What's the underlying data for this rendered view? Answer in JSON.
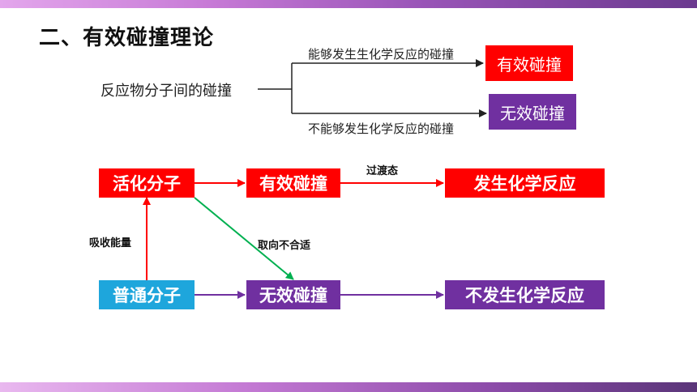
{
  "title": "二、有效碰撞理论",
  "top_diagram": {
    "source_text": "反应物分子间的碰撞",
    "upper_branch_label": "能够发生生化学反应的碰撞",
    "lower_branch_label": "不能够发生化学反应的碰撞",
    "upper_box": "有效碰撞",
    "lower_box": "无效碰撞"
  },
  "flow": {
    "activated_molecules": "活化分子",
    "effective_collision": "有效碰撞",
    "transition_state_label": "过渡态",
    "chemical_reaction": "发生化学反应",
    "absorb_energy_label": "吸收能量",
    "wrong_orientation_label": "取向不合适",
    "normal_molecules": "普通分子",
    "ineffective_collision": "无效碰撞",
    "no_reaction": "不发生化学反应"
  },
  "colors": {
    "red": "#ff0000",
    "purple": "#7030a0",
    "blue": "#1ea6dc",
    "green": "#00b050"
  }
}
